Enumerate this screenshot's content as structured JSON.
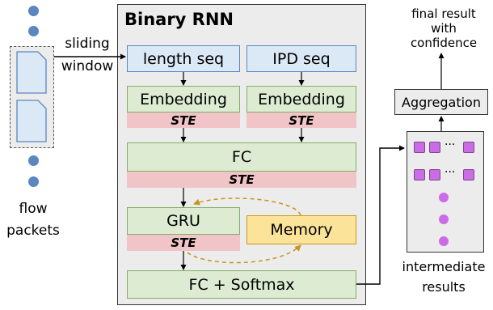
{
  "binary_rnn": {
    "title": "Binary RNN",
    "length_seq": "length seq",
    "ipd_seq": "IPD seq",
    "embedding_left": "Embedding",
    "embedding_right": "Embedding",
    "ste": "STE",
    "fc": "FC",
    "gru": "GRU",
    "memory": "Memory",
    "fc_softmax": "FC + Softmax"
  },
  "left": {
    "sliding": "sliding",
    "window": "window",
    "flow": "flow",
    "packets": "packets"
  },
  "right": {
    "final_line1": "final result",
    "final_line2": "with",
    "final_line3": "confidence",
    "aggregation": "Aggregation",
    "ellipsis": "···",
    "intermediate_line1": "intermediate",
    "intermediate_line2": "results"
  },
  "colors": {
    "input_fill": "#dbe8f6",
    "layer_fill": "#dcebd2",
    "ste_fill": "#f1c4c7",
    "memory_fill": "#fbe39a",
    "dot": "#5b86c0",
    "purple": "#cc6be6"
  }
}
